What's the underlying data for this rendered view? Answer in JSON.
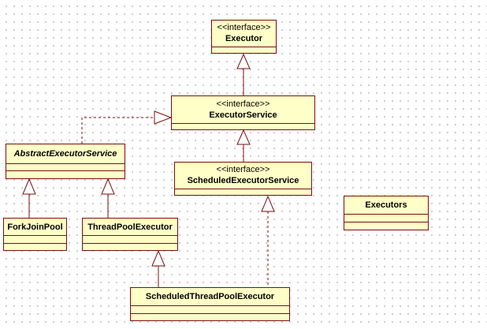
{
  "diagram": {
    "classes": {
      "executor": {
        "stereotype": "<<interface>>",
        "name": "Executor"
      },
      "executor_service": {
        "stereotype": "<<interface>>",
        "name": "ExecutorService"
      },
      "scheduled_executor_service": {
        "stereotype": "<<interface>>",
        "name": "ScheduledExecutorService"
      },
      "abstract_executor_service": {
        "name": "AbstractExecutorService"
      },
      "fork_join_pool": {
        "name": "ForkJoinPool"
      },
      "thread_pool_executor": {
        "name": "ThreadPoolExecutor"
      },
      "scheduled_thread_pool_executor": {
        "name": "ScheduledThreadPoolExecutor"
      },
      "executors": {
        "name": "Executors"
      }
    },
    "colors": {
      "class_fill": "#ffffc8",
      "class_border": "#7a0f0f",
      "grid_dots": "#b9b9b9"
    },
    "relations": [
      {
        "from": "ExecutorService",
        "to": "Executor",
        "kind": "generalization"
      },
      {
        "from": "ScheduledExecutorService",
        "to": "ExecutorService",
        "kind": "generalization"
      },
      {
        "from": "AbstractExecutorService",
        "to": "ExecutorService",
        "kind": "realization"
      },
      {
        "from": "ForkJoinPool",
        "to": "AbstractExecutorService",
        "kind": "generalization"
      },
      {
        "from": "ThreadPoolExecutor",
        "to": "AbstractExecutorService",
        "kind": "generalization"
      },
      {
        "from": "ScheduledThreadPoolExecutor",
        "to": "ThreadPoolExecutor",
        "kind": "generalization"
      },
      {
        "from": "ScheduledThreadPoolExecutor",
        "to": "ScheduledExecutorService",
        "kind": "realization"
      }
    ]
  }
}
